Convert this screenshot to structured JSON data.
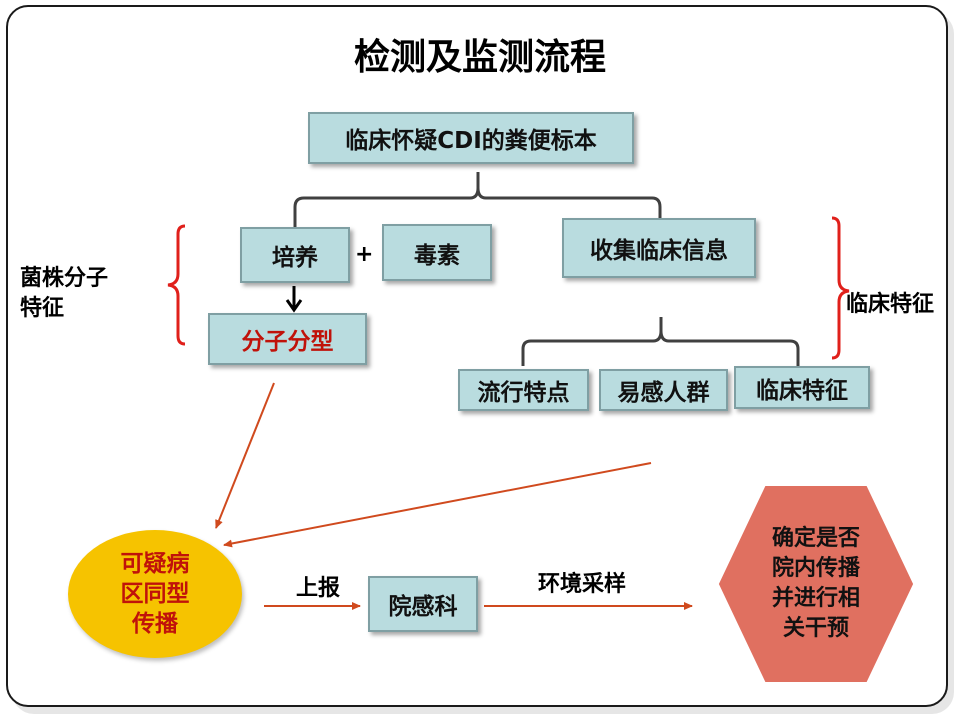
{
  "title": "检测及监测流程",
  "nodes": {
    "specimen": "临床怀疑CDI的粪便标本",
    "culture": "培养",
    "plus": "+",
    "toxin": "毒素",
    "molecular_typing": "分子分型",
    "collect_clinical": "收集临床信息",
    "epidemiology": "流行特点",
    "susceptible": "易感人群",
    "clinical_features": "临床特征",
    "same_type": "可疑病\n区同型\n传播",
    "infection_dept": "院感科",
    "decision": "确定是否\n院内传播\n并进行相\n关干预"
  },
  "side_labels": {
    "strain_features": "菌株分子\n特征",
    "clinical_features": "临床特征"
  },
  "edge_labels": {
    "report": "上报",
    "env_sampling": "环境采样"
  },
  "colors": {
    "box_fill": "#b9dcdf",
    "connector": "#404040",
    "bracket_red": "#e0201b",
    "arrow_red": "#d04a1e",
    "ellipse_fill": "#f6c300",
    "ellipse_text": "#c0120a",
    "hexagon_fill": "#e07060",
    "typing_text": "#c0120a"
  }
}
